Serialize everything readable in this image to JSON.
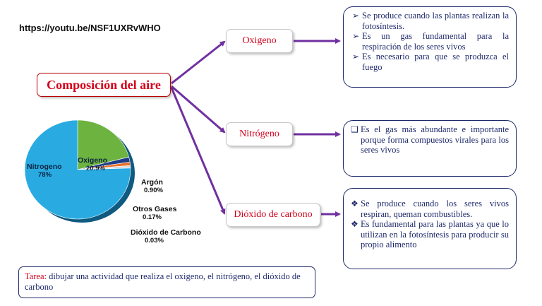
{
  "url": "https://youtu.be/NSF1UXRvWHO",
  "main": {
    "title": "Composición del aire"
  },
  "nodes": {
    "oxigeno": "Oxigeno",
    "nitrogeno": "Nitrógeno",
    "dioxido": "Dióxido de carbono"
  },
  "boxes": {
    "oxigeno": [
      "Se produce cuando las plantas realizan la fotosíntesis.",
      "Es un gas fundamental para la respiración de los seres vivos",
      "Es necesario para que se produzca el fuego"
    ],
    "nitrogeno": [
      "Es el gas más abundante e importante porque forma compuestos virales para los seres vivos"
    ],
    "dioxido": [
      "Se produce cuando los seres vivos respiran, queman combustibles.",
      "Es fundamental para las plantas ya que lo utilizan en la fotosíntesis para producir su propio alimento"
    ]
  },
  "bullets": {
    "arrow": "➢",
    "square": "❑",
    "diamond": "❖"
  },
  "pie": {
    "labels": {
      "nitrogeno_name": "Nitrogeno",
      "nitrogeno_value": "78%",
      "oxigeno_name": "Oxigeno",
      "oxigeno_value": "20.9%",
      "argon_name": "Argón",
      "argon_value": "0.90%",
      "otros_name": "Otros Gases",
      "otros_value": "0.17%",
      "dioxido_name": "Dióxido de Carbono",
      "dioxido_value": "0.03%"
    },
    "colors": {
      "nitrogeno": "#29abe2",
      "oxigeno": "#6cb33f",
      "argon": "#1f3c88",
      "otros": "#e8702a",
      "dioxido": "#d9d9d9"
    }
  },
  "chart_data": {
    "type": "pie",
    "categories": [
      "Nitrogeno",
      "Oxigeno",
      "Argón",
      "Otros Gases",
      "Dióxido de Carbono"
    ],
    "values": [
      78,
      20.9,
      0.9,
      0.17,
      0.03
    ]
  },
  "tarea": {
    "label": "Tarea:",
    "text": "dibujar una actividad que realiza el oxigeno, el nitrógeno, el dióxido de carbono"
  },
  "colors": {
    "arrow": "#7030a0",
    "node_text": "#d3001b",
    "box_text": "#1f2a6b"
  }
}
